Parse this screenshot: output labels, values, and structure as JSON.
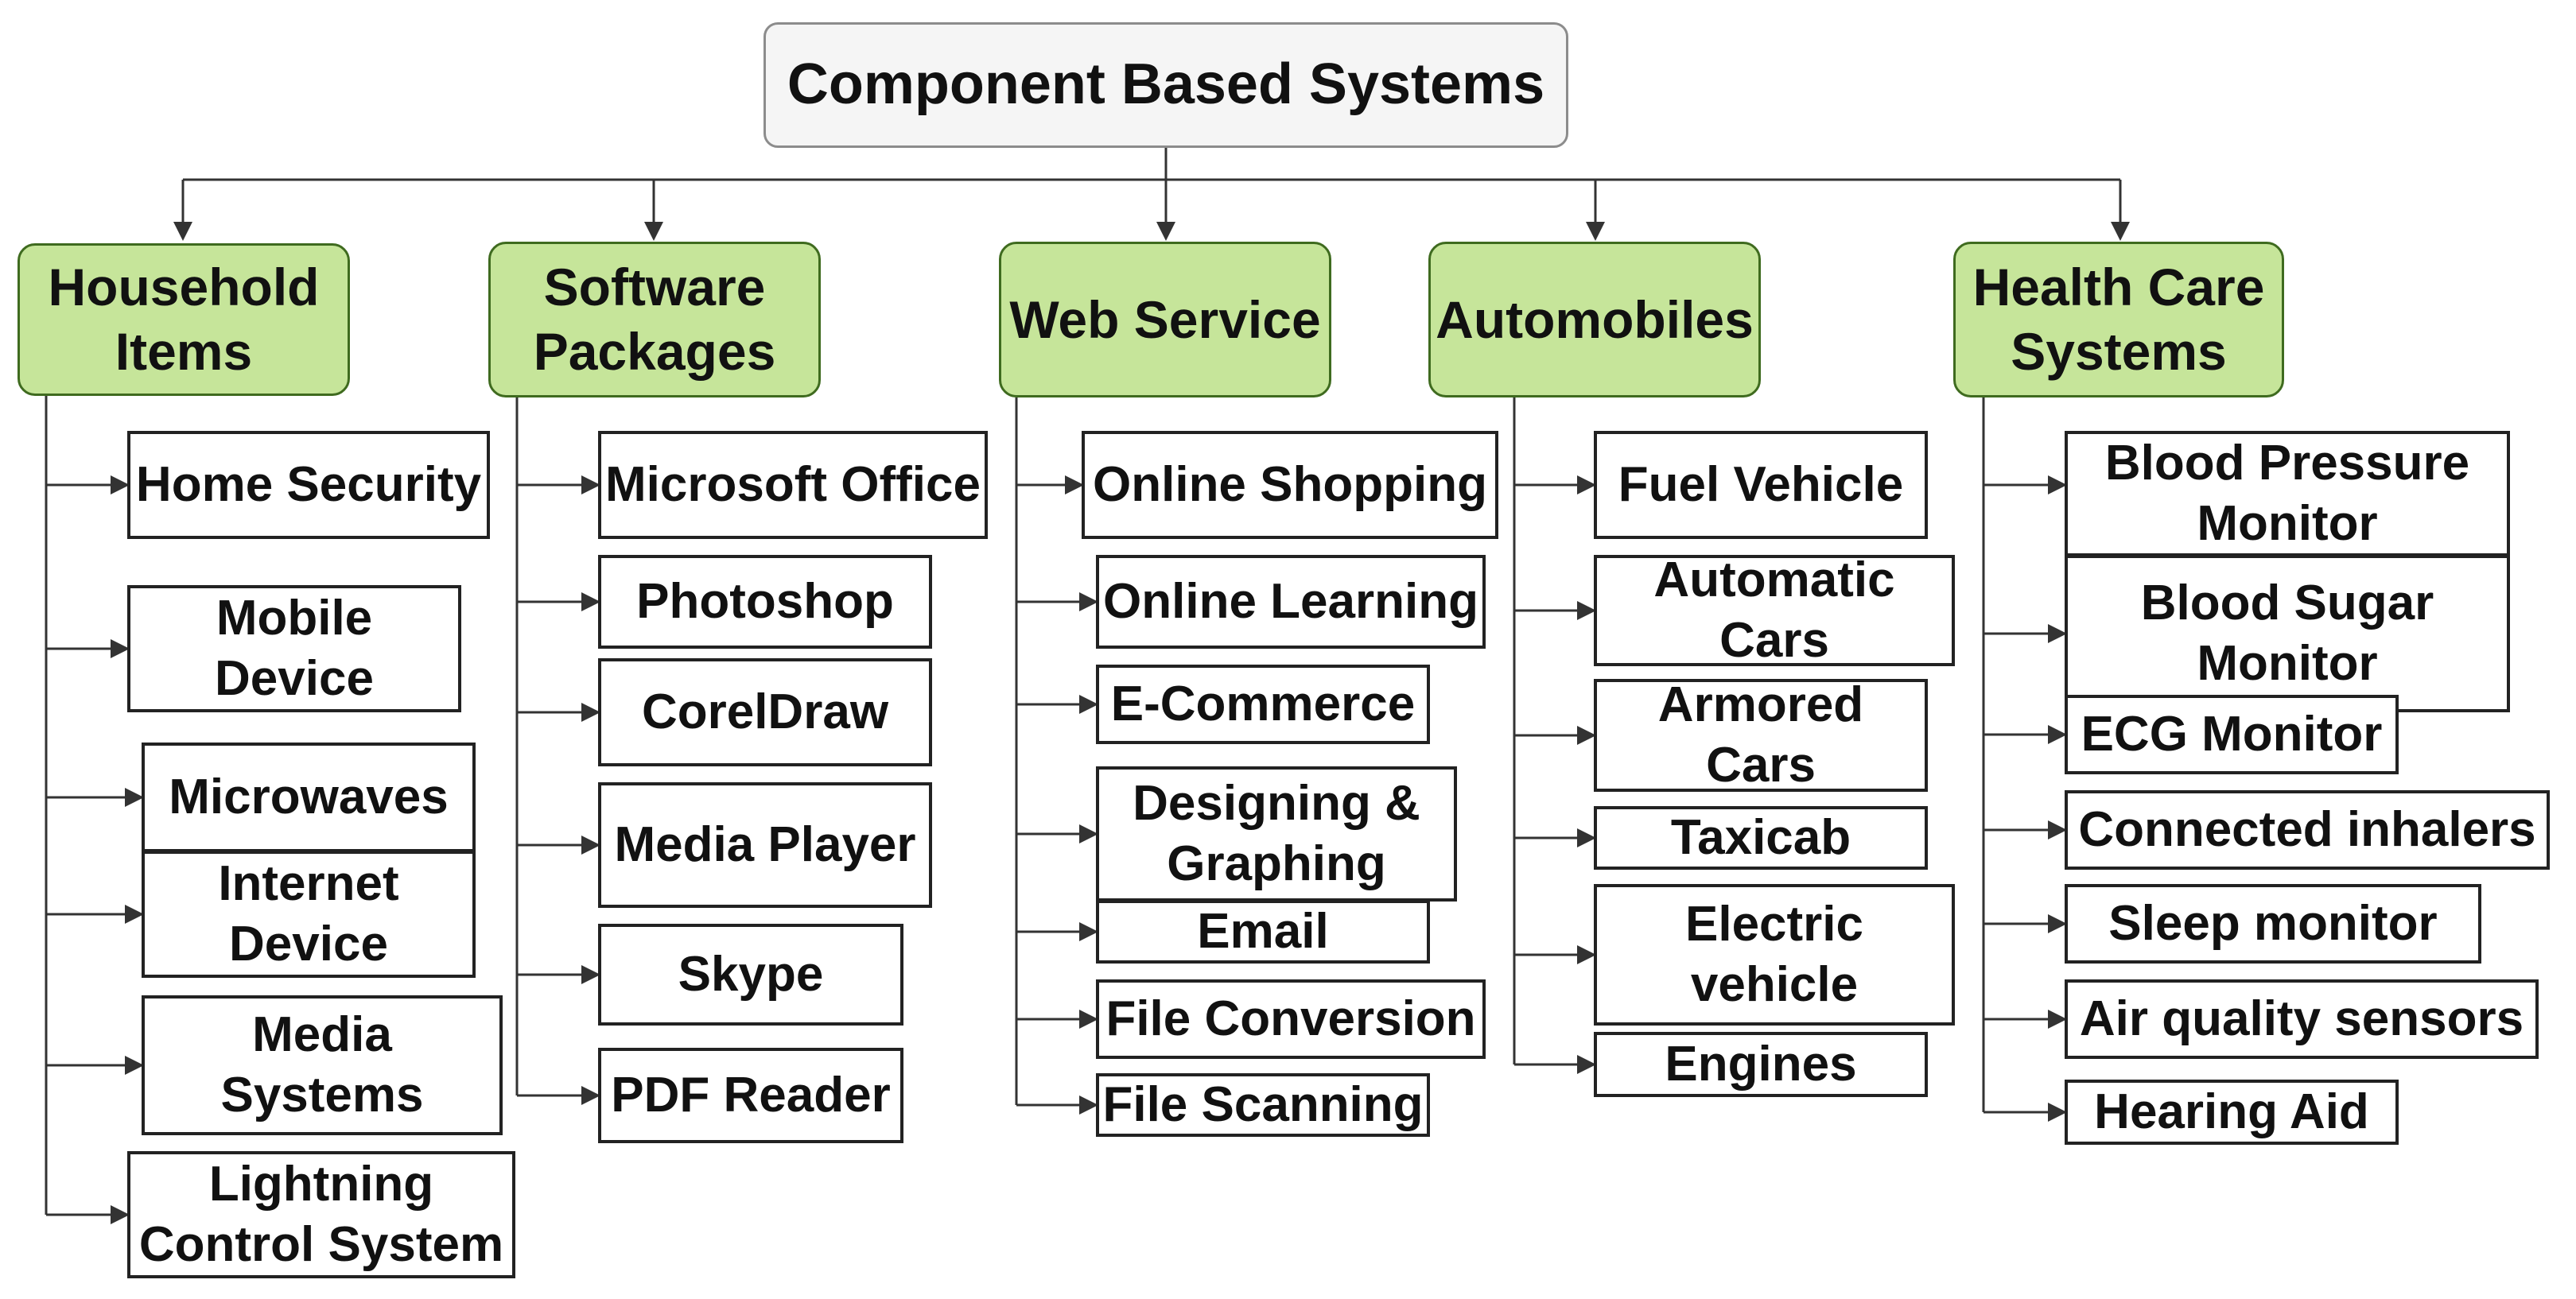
{
  "root": {
    "label": "Component Based Systems"
  },
  "colors": {
    "category_fill": "#c6e59a",
    "category_border": "#3f6b1f",
    "root_fill": "#f5f5f5",
    "connector": "#333333"
  },
  "categories": [
    {
      "label": "Household Items",
      "items": [
        "Home Security",
        "Mobile Device",
        "Microwaves",
        "Internet Device",
        "Media Systems",
        "Lightning Control System"
      ]
    },
    {
      "label": "Software Packages",
      "items": [
        "Microsoft Office",
        "Photoshop",
        "CorelDraw",
        "Media Player",
        "Skype",
        "PDF Reader"
      ]
    },
    {
      "label": "Web Service",
      "items": [
        "Online Shopping",
        "Online Learning",
        "E-Commerce",
        "Designing & Graphing",
        "Email",
        "File Conversion",
        "File Scanning"
      ]
    },
    {
      "label": "Automobiles",
      "items": [
        "Fuel Vehicle",
        "Automatic Cars",
        "Armored Cars",
        "Taxicab",
        "Electric vehicle",
        "Engines"
      ]
    },
    {
      "label": "Health Care Systems",
      "items": [
        "Blood Pressure Monitor",
        "Blood Sugar Monitor",
        "ECG Monitor",
        "Connected inhalers",
        "Sleep monitor",
        "Air quality sensors",
        "Hearing Aid"
      ]
    }
  ]
}
